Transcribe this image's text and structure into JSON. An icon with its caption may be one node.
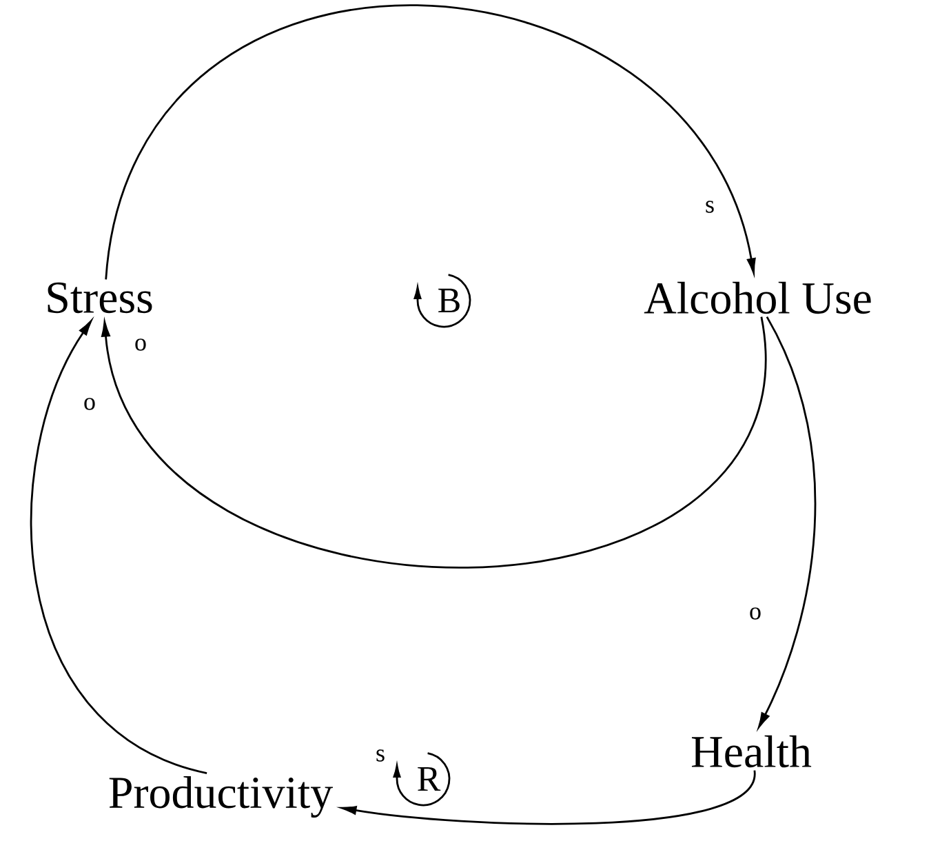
{
  "diagram": {
    "nodes": [
      {
        "text": [
          "Stress"
        ]
      },
      {
        "text": [
          "Alcohol Use"
        ]
      },
      {
        "text": [
          "Health"
        ]
      },
      {
        "text": [
          "Productivity"
        ]
      }
    ],
    "edges": [
      {
        "from": 0,
        "to": 1,
        "arrow": "to",
        "label": "s"
      },
      {
        "from": 1,
        "to": 0,
        "arrow": "to",
        "label": "o"
      },
      {
        "from": 1,
        "to": 2,
        "arrow": "to",
        "label": "o"
      },
      {
        "from": 2,
        "to": 3,
        "arrow": "to",
        "label": "s"
      },
      {
        "from": 3,
        "to": 0,
        "arrow": "to",
        "label": "o"
      }
    ],
    "labels": [
      "B",
      "R"
    ]
  }
}
